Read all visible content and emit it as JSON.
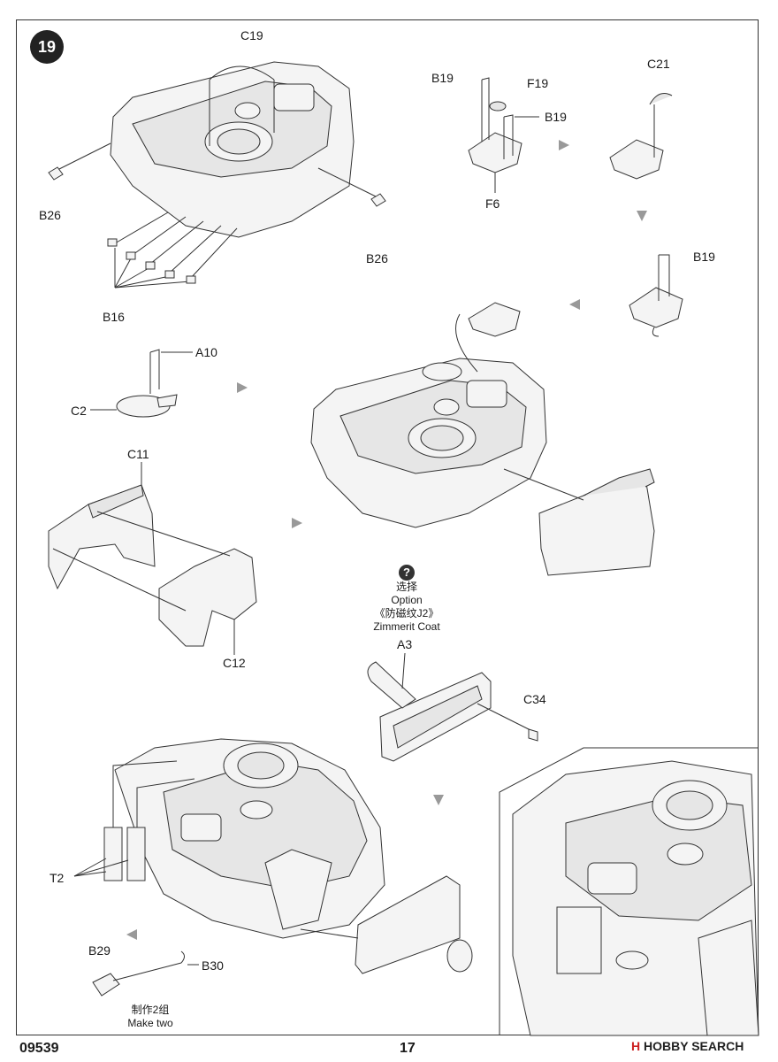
{
  "step_number": "19",
  "labels": {
    "c19": "C19",
    "b19_top": "B19",
    "f19": "F19",
    "b19_mid": "B19",
    "f6": "F6",
    "c21": "C21",
    "b19_right": "B19",
    "b26_left": "B26",
    "b26_right": "B26",
    "b16": "B16",
    "a10": "A10",
    "c2": "C2",
    "c11": "C11",
    "c12": "C12",
    "a3": "A3",
    "c34": "C34",
    "t2": "T2",
    "b29": "B29",
    "b30": "B30"
  },
  "option": {
    "icon": "?",
    "cn": "选择",
    "en": "Option",
    "coat_cn": "《防磁纹J2》",
    "coat_en": "Zimmerit Coat"
  },
  "make_two": {
    "cn": "制作2组",
    "en": "Make two"
  },
  "footer": {
    "code": "09539",
    "page": "17"
  },
  "watermark": {
    "brand": "HOBBY SEARCH",
    "logo_letter": "H"
  }
}
